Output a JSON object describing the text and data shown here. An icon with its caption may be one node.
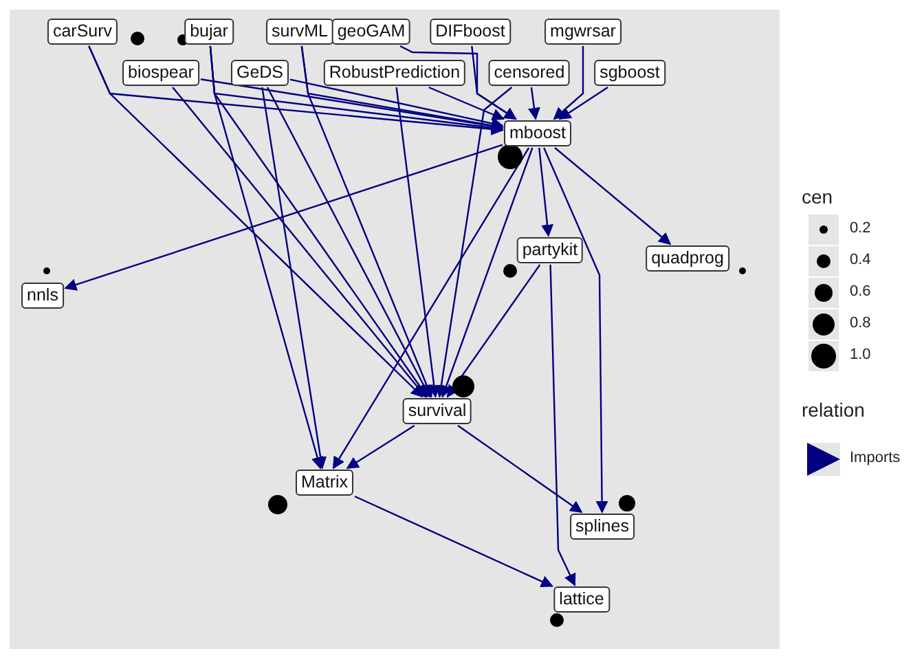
{
  "diagram": {
    "nodes": [
      {
        "text": [
          "carSurv"
        ]
      },
      {
        "text": [
          "bujar"
        ]
      },
      {
        "text": [
          "survML"
        ]
      },
      {
        "text": [
          "geoGAM"
        ]
      },
      {
        "text": [
          "DIFboost"
        ]
      },
      {
        "text": [
          "mgwrsar"
        ]
      },
      {
        "text": [
          "biospear"
        ]
      },
      {
        "text": [
          "GeDS"
        ]
      },
      {
        "text": [
          "RobustPrediction"
        ]
      },
      {
        "text": [
          "censored"
        ]
      },
      {
        "text": [
          "sgboost"
        ]
      },
      {
        "text": [
          "mboost"
        ]
      },
      {
        "text": [
          "nnls"
        ]
      },
      {
        "text": [
          "partykit"
        ]
      },
      {
        "text": [
          "quadprog"
        ]
      },
      {
        "text": [
          "survival"
        ]
      },
      {
        "text": [
          "Matrix"
        ]
      },
      {
        "text": [
          "splines"
        ]
      },
      {
        "text": [
          "lattice"
        ]
      }
    ],
    "edges": [
      {
        "from": 0,
        "to": 11,
        "arrow": "to"
      },
      {
        "from": 0,
        "to": 15,
        "arrow": "to"
      },
      {
        "from": 1,
        "to": 11,
        "arrow": "to"
      },
      {
        "from": 1,
        "to": 15,
        "arrow": "to"
      },
      {
        "from": 1,
        "to": 16,
        "arrow": "to"
      },
      {
        "from": 6,
        "to": 11,
        "arrow": "to"
      },
      {
        "from": 6,
        "to": 15,
        "arrow": "to"
      },
      {
        "from": 2,
        "to": 11,
        "arrow": "to"
      },
      {
        "from": 2,
        "to": 15,
        "arrow": "to"
      },
      {
        "from": 7,
        "to": 16,
        "arrow": "to"
      },
      {
        "from": 7,
        "to": 11,
        "arrow": "to"
      },
      {
        "from": 7,
        "to": 15,
        "arrow": "to"
      },
      {
        "from": 8,
        "to": 11,
        "arrow": "to"
      },
      {
        "from": 8,
        "to": 15,
        "arrow": "to"
      },
      {
        "from": 3,
        "to": 11,
        "arrow": "to"
      },
      {
        "from": 4,
        "to": 11,
        "arrow": "to"
      },
      {
        "from": 5,
        "to": 11,
        "arrow": "to"
      },
      {
        "from": 9,
        "to": 11,
        "arrow": "to"
      },
      {
        "from": 9,
        "to": 15,
        "arrow": "to"
      },
      {
        "from": 10,
        "to": 11,
        "arrow": "to"
      },
      {
        "from": 11,
        "to": 12,
        "arrow": "to"
      },
      {
        "from": 11,
        "to": 14,
        "arrow": "to"
      },
      {
        "from": 11,
        "to": 13,
        "arrow": "to"
      },
      {
        "from": 11,
        "to": 15,
        "arrow": "to"
      },
      {
        "from": 11,
        "to": 17,
        "arrow": "to"
      },
      {
        "from": 11,
        "to": 16,
        "arrow": "to"
      },
      {
        "from": 13,
        "to": 15,
        "arrow": "to"
      },
      {
        "from": 13,
        "to": 18,
        "arrow": "to"
      },
      {
        "from": 15,
        "to": 17,
        "arrow": "to"
      },
      {
        "from": 15,
        "to": 16,
        "arrow": "to"
      },
      {
        "from": 16,
        "to": 18,
        "arrow": "to"
      }
    ],
    "labels": [
      "cen",
      "relation"
    ],
    "legend": [
      {
        "text": "0.2"
      },
      {
        "text": "0.4"
      },
      {
        "text": "0.6"
      },
      {
        "text": "0.8"
      },
      {
        "text": "1.0"
      },
      {
        "text": "Imports"
      }
    ]
  }
}
